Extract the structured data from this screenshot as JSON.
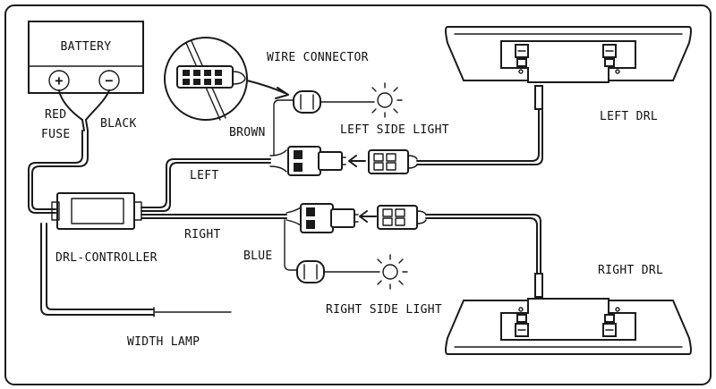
{
  "labels": {
    "battery": "BATTERY",
    "plus": "+",
    "minus": "−",
    "red": "RED",
    "fuse": "FUSE",
    "black": "BLACK",
    "wire_connector": "WIRE CONNECTOR",
    "brown": "BROWN",
    "left_side_light": "LEFT SIDE LIGHT",
    "left_drl": "LEFT DRL",
    "left": "LEFT",
    "drl_controller": "DRL-CONTROLLER",
    "right": "RIGHT",
    "blue": "BLUE",
    "right_drl": "RIGHT DRL",
    "right_side_light": "RIGHT SIDE LIGHT",
    "width_lamp": "WIDTH  LAMP"
  }
}
